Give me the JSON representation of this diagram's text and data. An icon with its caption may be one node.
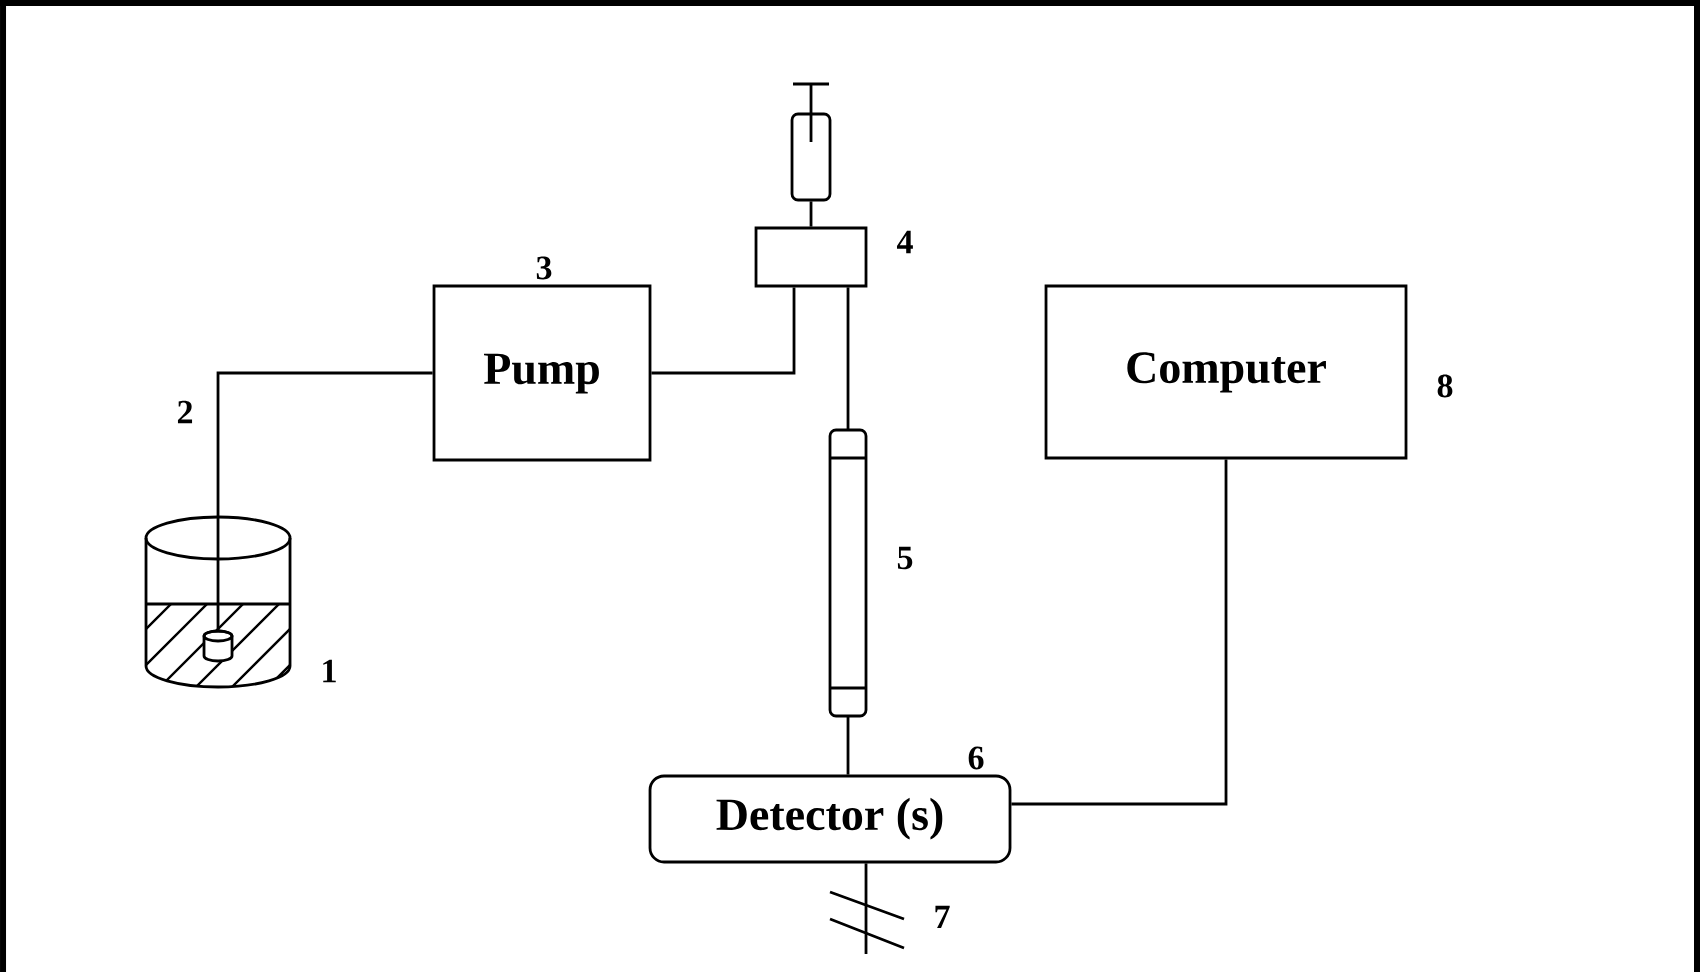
{
  "diagram": {
    "nodes": [
      {
        "text": [],
        "shape": "cylinder"
      },
      {
        "text": [
          "Pump"
        ]
      },
      {
        "text": [],
        "shape": "box"
      },
      {
        "text": [],
        "shape": "box"
      },
      {
        "text": [],
        "shape": "bar"
      },
      {
        "text": [
          "Detector (s)"
        ]
      },
      {
        "text": [
          "Computer"
        ]
      }
    ],
    "edges": [
      {
        "from": 0,
        "to": 1,
        "arrow": "none"
      },
      {
        "from": 1,
        "to": 3,
        "arrow": "none"
      },
      {
        "from": 2,
        "to": 3,
        "arrow": "none"
      },
      {
        "from": 3,
        "to": 4,
        "arrow": "none"
      },
      {
        "from": 4,
        "to": 5,
        "arrow": "none"
      },
      {
        "from": 5,
        "to": 6,
        "arrow": "none"
      },
      {
        "from": 5,
        "to": null,
        "arrow": "none"
      }
    ],
    "labels": [
      "4",
      "3",
      "8",
      "2",
      "5",
      "1",
      "6",
      "7"
    ]
  }
}
